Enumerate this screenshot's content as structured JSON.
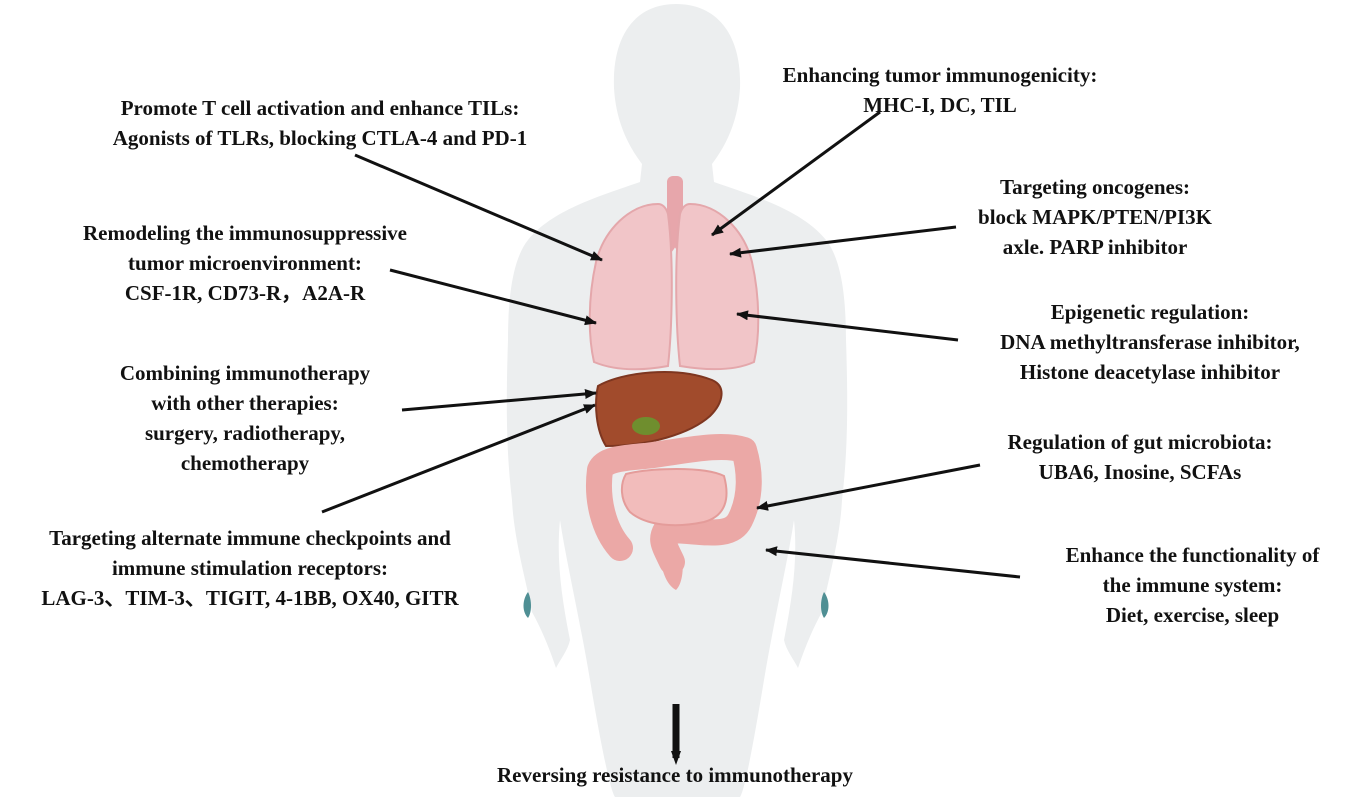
{
  "labels": {
    "t_cell": [
      "Promote T cell activation and enhance TILs:",
      "Agonists of TLRs, blocking CTLA-4 and PD-1"
    ],
    "remodeling": [
      "Remodeling the immunosuppressive",
      "tumor microenvironment:",
      "CSF-1R, CD73-R，A2A-R"
    ],
    "combining": [
      "Combining immunotherapy",
      "with other therapies:",
      "surgery, radiotherapy,",
      "chemotherapy"
    ],
    "checkpoints": [
      "Targeting alternate immune checkpoints and",
      "immune stimulation receptors:",
      "LAG-3、TIM-3、TIGIT, 4-1BB, OX40, GITR"
    ],
    "immunogenicity": [
      "Enhancing tumor immunogenicity:",
      "MHC-I, DC, TIL"
    ],
    "oncogenes": [
      "Targeting oncogenes:",
      "block MAPK/PTEN/PI3K",
      "axle. PARP inhibitor"
    ],
    "epigenetic": [
      "Epigenetic regulation:",
      "DNA methyltransferase inhibitor,",
      "Histone deacetylase inhibitor"
    ],
    "microbiota": [
      "Regulation of gut microbiota:",
      "UBA6, Inosine, SCFAs"
    ],
    "functionality": [
      "Enhance the functionality of",
      "the immune system:",
      "Diet, exercise, sleep"
    ],
    "conclusion": [
      "Reversing resistance to immunotherapy"
    ]
  },
  "colors": {
    "body": "#eceeef",
    "lung": "#f1c5c8",
    "trachea": "#e7a6ab",
    "liver": "#a14b2c",
    "gallbladder": "#6f8e2e",
    "intestine": "#eba8a6",
    "arrow": "#111111"
  }
}
